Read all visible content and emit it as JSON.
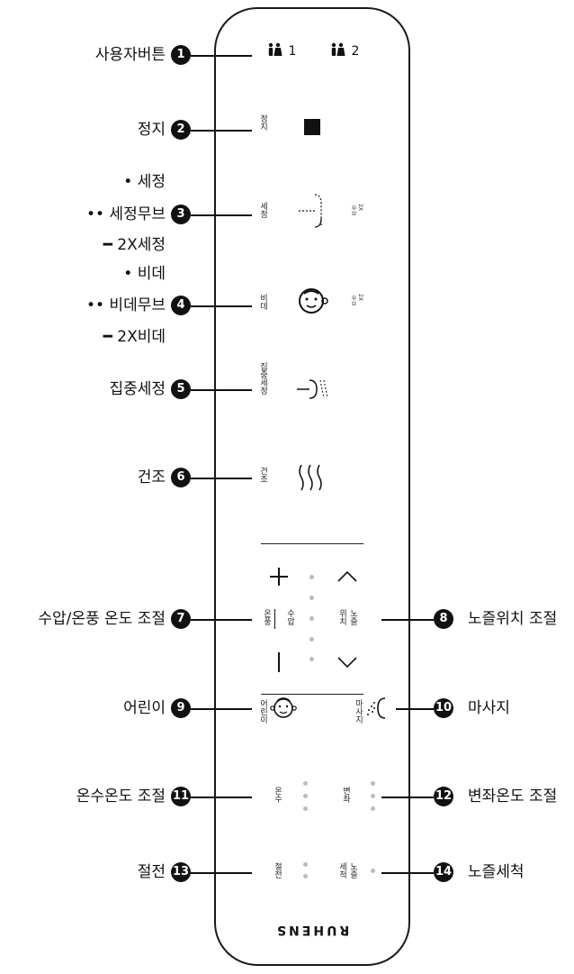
{
  "callouts": {
    "c1": {
      "num": "1",
      "label": "사용자버튼"
    },
    "c2": {
      "num": "2",
      "label": "정지"
    },
    "c3": {
      "num": "3",
      "lines": [
        "• 세정",
        "•• 세정무브",
        "━ 2X세정"
      ]
    },
    "c4": {
      "num": "4",
      "lines": [
        "• 비데",
        "•• 비데무브",
        "━ 2X비데"
      ]
    },
    "c5": {
      "num": "5",
      "label": "집중세정"
    },
    "c6": {
      "num": "6",
      "label": "건조"
    },
    "c7": {
      "num": "7",
      "label": "수압/온풍 온도 조절"
    },
    "c8": {
      "num": "8",
      "label": "노즐위치 조절"
    },
    "c9": {
      "num": "9",
      "label": "어린이"
    },
    "c10": {
      "num": "10",
      "label": "마사지"
    },
    "c11": {
      "num": "11",
      "label": "온수온도 조절"
    },
    "c12": {
      "num": "12",
      "label": "변좌온도 조절"
    },
    "c13": {
      "num": "13",
      "label": "절전"
    },
    "c14": {
      "num": "14",
      "label": "노즐세척"
    }
  },
  "remote": {
    "user1": "1",
    "user2": "2",
    "stop": "정지",
    "wash": "세정",
    "bidet": "비데",
    "focus": "집중세정",
    "dry": "건조",
    "pressure": "수압",
    "warmair": "온풍",
    "nozzle": "노즐",
    "position": "위치",
    "kids": "어린이",
    "massage": "마사지",
    "water": "온수",
    "seat": "변좌",
    "save": "절전",
    "noz_clean1": "노즐",
    "noz_clean2": "세척",
    "mini_2x": "2X",
    "mini_move": "무브",
    "brand": "RUHENS",
    "plus": "+",
    "minus": "|",
    "up": "︿",
    "down": "﹀"
  }
}
